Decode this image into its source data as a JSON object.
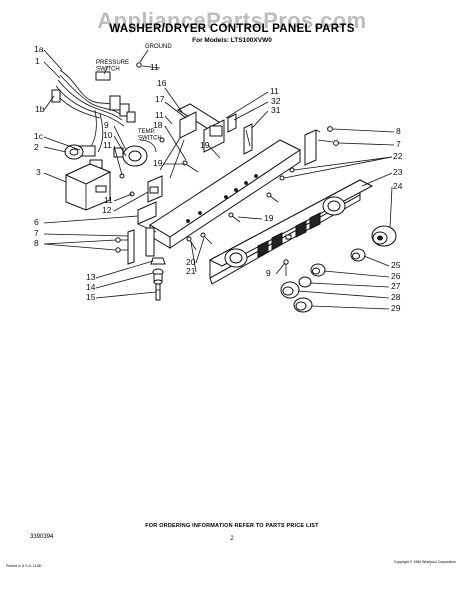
{
  "watermark": "AppliancePartsPros.com",
  "title": "WASHER/DRYER CONTROL PANEL PARTS",
  "subtitle": "For Models: LTS100XVW0",
  "callouts": {
    "pressure_switch": "PRESSURE\nSWITCH",
    "ground": "GROUND",
    "temp_switch": "TEMP.\nSWITCH"
  },
  "part_numbers": [
    "1a",
    "1",
    "1b",
    "1c",
    "2",
    "3",
    "6",
    "7",
    "8",
    "11",
    "16",
    "17",
    "11",
    "18",
    "9",
    "10",
    "11",
    "12",
    "11",
    "19",
    "19",
    "11",
    "32",
    "31",
    "8",
    "7",
    "22",
    "23",
    "24",
    "19",
    "20",
    "21",
    "9",
    "25",
    "26",
    "27",
    "28",
    "29",
    "13",
    "14",
    "15"
  ],
  "footer_note": "FOR ORDERING INFORMATION REFER TO PARTS PRICE LIST",
  "doc_number": "3390394",
  "page_number": "2",
  "fine_print_left": "Printed in U.S.A. 11/80",
  "fine_print_right": "Copyright © 1980 Whirlpool Corporation"
}
